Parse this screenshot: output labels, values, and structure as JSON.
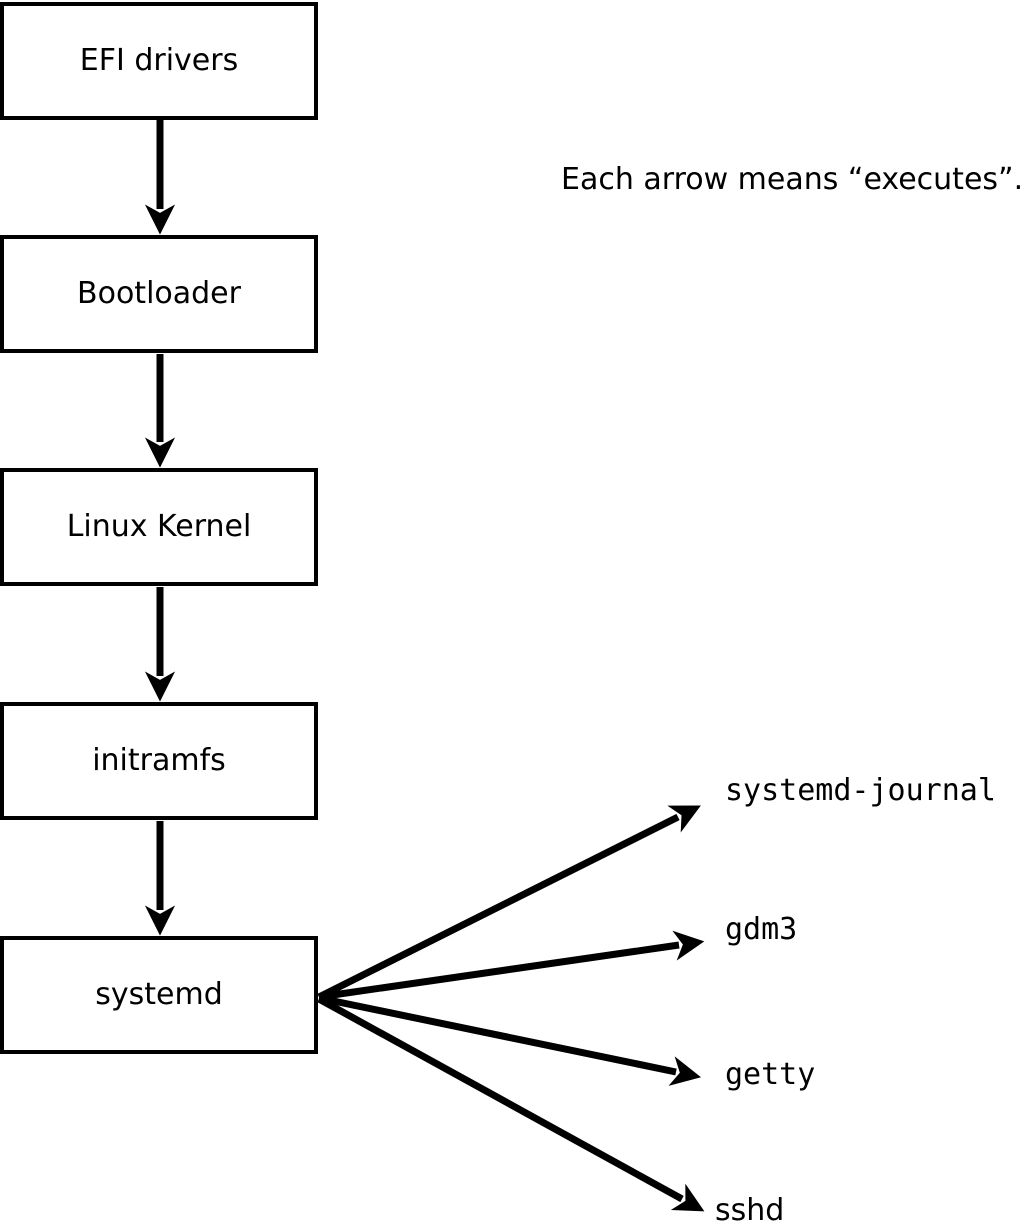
{
  "diagram": {
    "note": "Each arrow means “executes”.",
    "boot_chain": [
      {
        "label": "EFI drivers"
      },
      {
        "label": "Bootloader"
      },
      {
        "label": "Linux Kernel"
      },
      {
        "label": "initramfs"
      },
      {
        "label": "systemd"
      }
    ],
    "spawned_processes": [
      {
        "label": "systemd-journal"
      },
      {
        "label": "gdm3"
      },
      {
        "label": "getty"
      },
      {
        "label": "sshd"
      }
    ],
    "colors": {
      "background": "#ffffff",
      "box_fill": "#ffffff",
      "stroke": "#000000",
      "text": "#000000"
    }
  }
}
